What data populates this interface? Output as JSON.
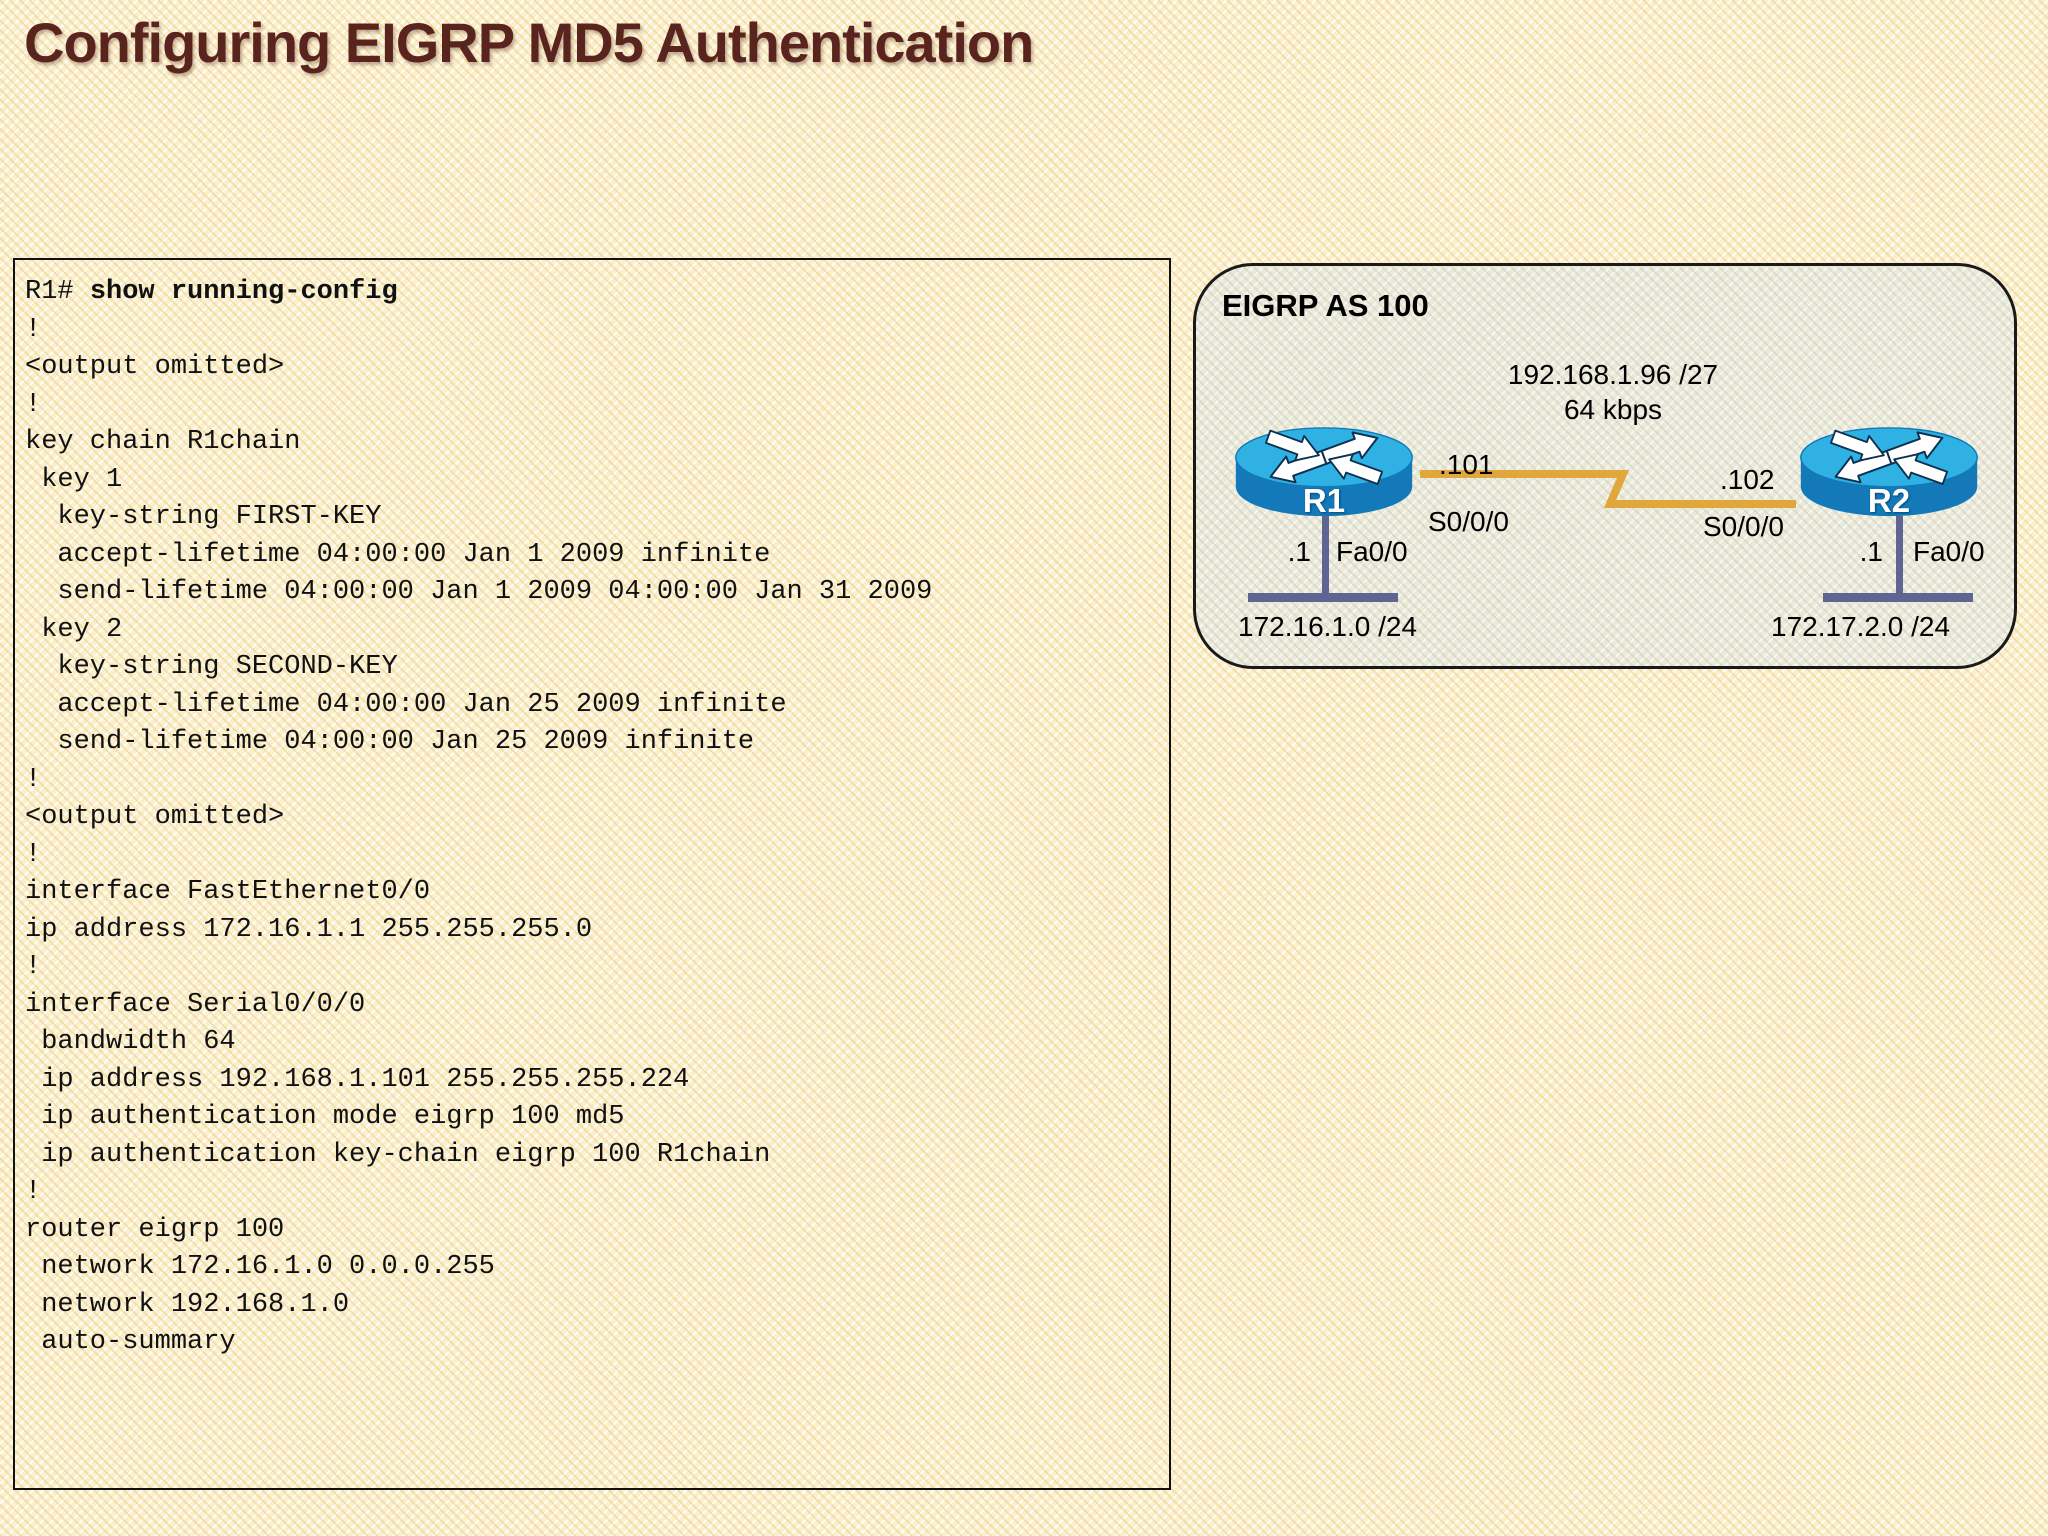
{
  "title": "Configuring EIGRP MD5 Authentication",
  "terminal": {
    "prompt": "R1#",
    "command": "show running-config",
    "lines": [
      "!",
      "<output omitted>",
      "!",
      "key chain R1chain",
      " key 1",
      "  key-string FIRST-KEY",
      "  accept-lifetime 04:00:00 Jan 1 2009 infinite",
      "  send-lifetime 04:00:00 Jan 1 2009 04:00:00 Jan 31 2009",
      " key 2",
      "  key-string SECOND-KEY",
      "  accept-lifetime 04:00:00 Jan 25 2009 infinite",
      "  send-lifetime 04:00:00 Jan 25 2009 infinite",
      "!",
      "<output omitted>",
      "!",
      "interface FastEthernet0/0",
      "ip address 172.16.1.1 255.255.255.0",
      "!",
      "interface Serial0/0/0",
      " bandwidth 64",
      " ip address 192.168.1.101 255.255.255.224",
      " ip authentication mode eigrp 100 md5",
      " ip authentication key-chain eigrp 100 R1chain",
      "!",
      "router eigrp 100",
      " network 172.16.1.0 0.0.0.255",
      " network 192.168.1.0",
      " auto-summary"
    ]
  },
  "diagram": {
    "as_label": "EIGRP AS 100",
    "link": {
      "network": "192.168.1.96 /27",
      "speed": "64 kbps",
      "r1_ip": ".101",
      "r1_interface": "S0/0/0",
      "r2_ip": ".102",
      "r2_interface": "S0/0/0"
    },
    "r1": {
      "name": "R1",
      "lan_ip": ".1",
      "lan_interface": "Fa0/0",
      "lan_network": "172.16.1.0 /24"
    },
    "r2": {
      "name": "R2",
      "lan_ip": ".1",
      "lan_interface": "Fa0/0",
      "lan_network": "172.17.2.0 /24"
    }
  },
  "colors": {
    "title-text": "#5A241E",
    "serial-link": "#E2A73C",
    "ethernet": "#5E6593",
    "router-top": "#2FB1E3",
    "router-body": "#1379B8",
    "diagram-bg": "#E9EADD"
  }
}
